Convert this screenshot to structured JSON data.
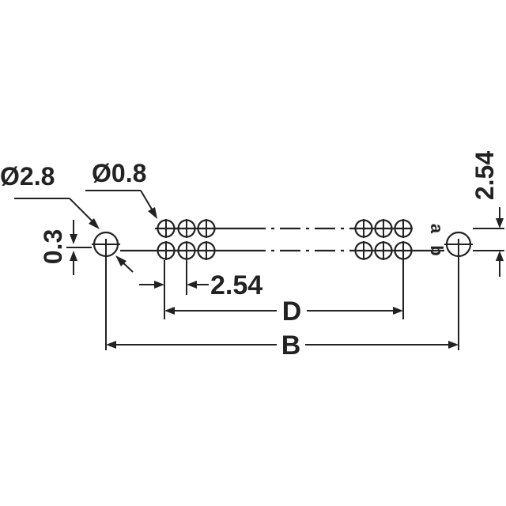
{
  "drawing": {
    "mount_hole_label": "Ø2.8",
    "pin_hole_label": "Ø0.8",
    "offset_label": "0.3",
    "pitch_label": "2.54",
    "row_pitch_label": "2.54",
    "row_a_label": "a",
    "row_b_label": "b",
    "dim_d_label": "D",
    "dim_b_label": "B"
  }
}
